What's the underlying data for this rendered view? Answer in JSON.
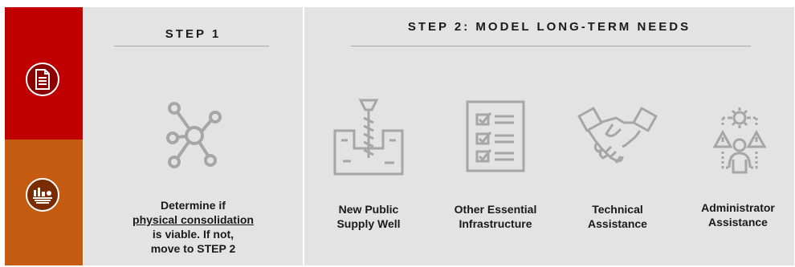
{
  "icons": {
    "sidebar_top": "document-icon",
    "sidebar_bottom": "infrastructure-icon",
    "step1": "network-nodes-icon",
    "well": "well-drill-icon",
    "infrastructure": "checklist-icon",
    "technical": "handshake-icon",
    "administrator": "admin-gear-warning-icon"
  },
  "colors": {
    "sidebar_top": "#c00000",
    "sidebar_bottom": "#c55a11",
    "panel_bg": "#e3e3e3",
    "icon_gray": "#a6a6a6"
  },
  "step1": {
    "title": "STEP 1",
    "text": {
      "line1": "Determine if",
      "line2": "physical consolidation",
      "line3": "is viable. If not,",
      "line4": "move to STEP 2"
    }
  },
  "step2": {
    "title": "STEP 2: MODEL LONG-TERM NEEDS",
    "items": [
      {
        "line1": "New Public",
        "line2": "Supply Well"
      },
      {
        "line1": "Other Essential",
        "line2": "Infrastructure"
      },
      {
        "line1": "Technical",
        "line2": "Assistance"
      },
      {
        "line1": "Administrator",
        "line2": "Assistance"
      }
    ]
  }
}
